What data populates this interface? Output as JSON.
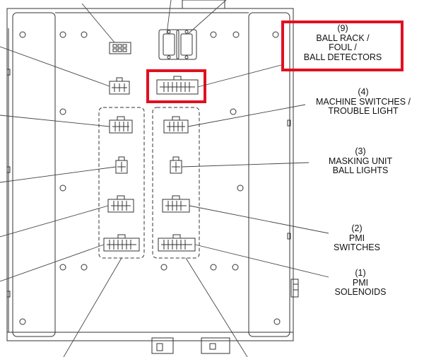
{
  "colors": {
    "line": "#333333",
    "highlight": "#e01020",
    "background": "#ffffff"
  },
  "labels": {
    "ball_rack": {
      "number": "(9)",
      "lines": [
        "BALL RACK /",
        "FOUL /",
        "BALL DETECTORS"
      ]
    },
    "machine_switches": {
      "number": "(4)",
      "lines": [
        "MACHINE SWITCHES /",
        "TROUBLE LIGHT"
      ]
    },
    "masking_unit": {
      "number": "(3)",
      "lines": [
        "MASKING UNIT",
        "BALL LIGHTS"
      ]
    },
    "pmi_switches": {
      "number": "(2)",
      "lines": [
        "PMI",
        "SWITCHES"
      ]
    },
    "pmi_solenoids": {
      "number": "(1)",
      "lines": [
        "PMI",
        "SOLENOIDS"
      ]
    }
  }
}
